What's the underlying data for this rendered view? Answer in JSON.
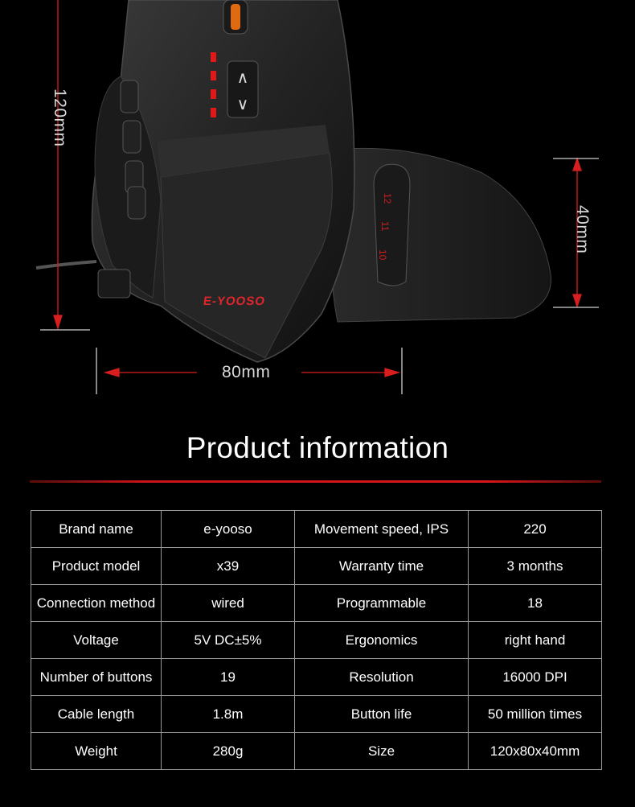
{
  "dimensions": {
    "height": "120mm",
    "width": "80mm",
    "depth": "40mm",
    "arrow_color": "#d81e1e"
  },
  "product_logo": "E-YOOSO",
  "section_title": "Product information",
  "accent_color": "#d6161c",
  "specs": [
    [
      "Brand name",
      "e-yooso",
      "Movement speed, IPS",
      "220"
    ],
    [
      "Product model",
      "x39",
      "Warranty time",
      "3 months"
    ],
    [
      "Connection method",
      "wired",
      "Programmable",
      "18"
    ],
    [
      "Voltage",
      "5V DC±5%",
      "Ergonomics",
      "right hand"
    ],
    [
      "Number of buttons",
      "19",
      "Resolution",
      "16000 DPI"
    ],
    [
      "Cable length",
      "1.8m",
      "Button life",
      "50 million times"
    ],
    [
      "Weight",
      "280g",
      "Size",
      "120x80x40mm"
    ]
  ]
}
